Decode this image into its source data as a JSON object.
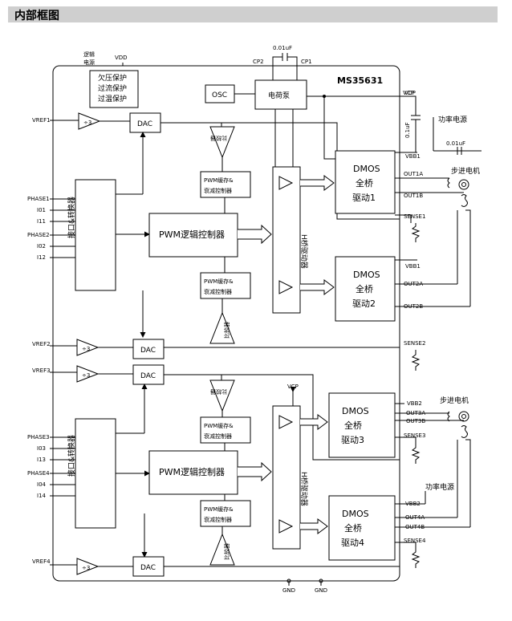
{
  "header": {
    "title": "内部框图"
  },
  "chip": {
    "name": "MS35631"
  },
  "top": {
    "logic_power": [
      "逻辑",
      "电源"
    ],
    "vdd": "VDD",
    "cap_top": "0.01uF",
    "cp2": "CP2",
    "cp1": "CP1",
    "vcp": "VCP",
    "cap_right": "0.1uF",
    "cap_right2": "0.01uF",
    "power_supply_top": "功率电源",
    "power_supply_bottom": "功率电源",
    "stepper_top": "步进电机",
    "stepper_bottom": "步进电机",
    "vcp_inner": "VCP"
  },
  "blocks": {
    "protection": [
      "欠压保护",
      "过流保护",
      "过温保护"
    ],
    "osc": "OSC",
    "charge_pump": "电荷泵",
    "dac": "DAC",
    "div3": "÷3",
    "comparator": "比较器",
    "pwm_buffer": [
      "PWM缓存&",
      "衰减控制器"
    ],
    "pwm_logic": "PWM逻辑控制器",
    "interface": "接口&转换器",
    "hbridge": "H桥驱动器",
    "dmos1": [
      "DMOS",
      "全桥",
      "驱动1"
    ],
    "dmos2": [
      "DMOS",
      "全桥",
      "驱动2"
    ],
    "dmos3": [
      "DMOS",
      "全桥",
      "驱动3"
    ],
    "dmos4": [
      "DMOS",
      "全桥",
      "驱动4"
    ]
  },
  "pins_left": [
    "VREF1",
    "PHASE1",
    "I01",
    "I11",
    "PHASE2",
    "I02",
    "I12",
    "VREF2",
    "VREF3",
    "PHASE3",
    "I03",
    "I13",
    "PHASE4",
    "I04",
    "I14",
    "VREF4"
  ],
  "pins_right": [
    "VCP",
    "VBB1",
    "OUT1A",
    "OUT1B",
    "SENSE1",
    "VBB1",
    "OUT2A",
    "OUT2B",
    "SENSE2",
    "VBB2",
    "OUT3A",
    "OUT3B",
    "SENSE3",
    "VBB2",
    "OUT4A",
    "OUT4B",
    "SENSE4"
  ],
  "pins_bottom": [
    "GND",
    "GND"
  ]
}
